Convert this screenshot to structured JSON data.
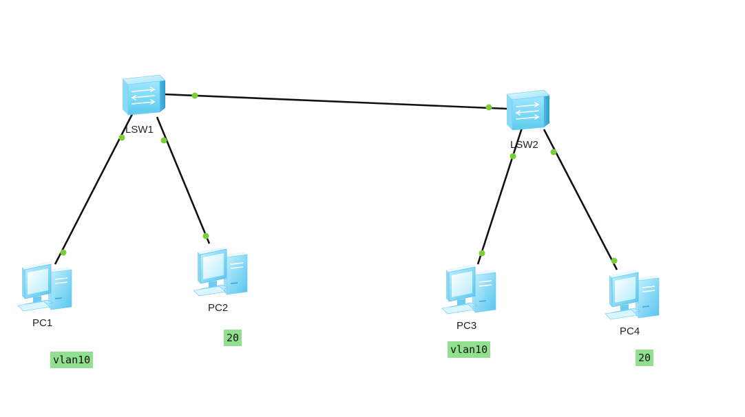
{
  "nodes": {
    "lsw1": {
      "label": "LSW1"
    },
    "lsw2": {
      "label": "LSW2"
    },
    "pc1": {
      "label": "PC1"
    },
    "pc2": {
      "label": "PC2"
    },
    "pc3": {
      "label": "PC3"
    },
    "pc4": {
      "label": "PC4"
    }
  },
  "tags": {
    "pc1": "vlan10",
    "pc2": "20",
    "pc3": "vlan10",
    "pc4": "20"
  },
  "colors": {
    "link": "#111111",
    "port_dot": "#7ccd3c",
    "tag_bg": "#90e090",
    "device_blue": "#5fc8f0"
  }
}
